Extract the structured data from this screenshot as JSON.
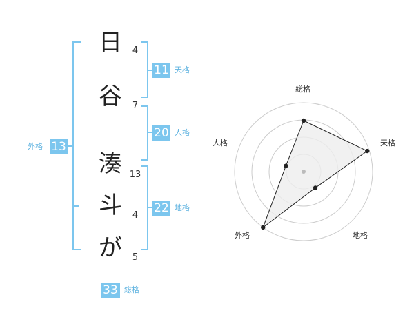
{
  "name_chars": [
    "日",
    "谷",
    "湊",
    "斗",
    "が"
  ],
  "strokes": [
    "4",
    "7",
    "13",
    "4",
    "5"
  ],
  "fortunes": {
    "tenkaku": {
      "value": "11",
      "label": "天格"
    },
    "jinkaku": {
      "value": "20",
      "label": "人格"
    },
    "chikaku": {
      "value": "22",
      "label": "地格"
    },
    "gaikaku": {
      "value": "13",
      "label": "外格"
    },
    "soukaku": {
      "value": "33",
      "label": "総格"
    }
  },
  "radar": {
    "labels": {
      "top": "総格",
      "right": "天格",
      "bottom_right": "地格",
      "bottom_left": "外格",
      "left": "人格"
    },
    "levels": 4,
    "values": {
      "総格": 0.74,
      "天格": 0.97,
      "地格": 0.29,
      "外格": 1.0,
      "人格": 0.27
    },
    "colors": {
      "fill": "#eeeeee",
      "line": "#222222",
      "grid": "#cccccc",
      "center": "#bbbbbb"
    }
  },
  "colors": {
    "accent": "#7cc6ee"
  }
}
